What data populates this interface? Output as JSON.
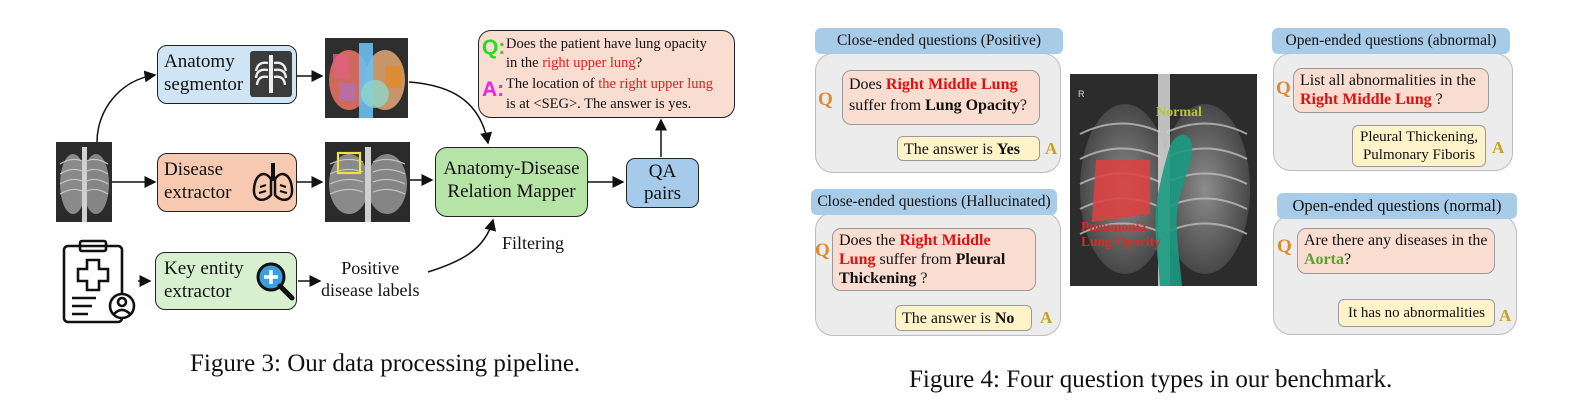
{
  "fig3": {
    "anatomy_segmentor": "Anatomy\nsegmentor",
    "disease_extractor": "Disease\nextractor",
    "key_entity_extractor": "Key entity\nextractor",
    "positive_labels": "Positive\ndisease labels",
    "mapper": "Anatomy-Disease\nRelation Mapper",
    "filtering": "Filtering",
    "qa_pairs": "QA\npairs",
    "q_mark": "Q:",
    "q_text_1": "Does the patient have lung opacity",
    "q_text_2a": "in the ",
    "q_text_2b": "right upper lung",
    "q_text_2c": "?",
    "a_mark": "A:",
    "a_text_1a": "The location of ",
    "a_text_1b": "the right upper lung",
    "a_text_2": "is at <SEG>. The answer is yes.",
    "caption": "Figure 3: Our data processing pipeline.",
    "colors": {
      "q_mark": "#22dd22",
      "a_mark": "#ee22ee",
      "qa_bg": "#f9ddd0",
      "anatomy_bg": "#cfe5f5",
      "disease_bg": "#f6c9b0",
      "key_bg": "#d7f0d0",
      "mapper_bg": "#b6e3a6",
      "qa_pairs_bg": "#a6cbea"
    }
  },
  "fig4": {
    "q_label": "Q",
    "a_label": "A",
    "p1": {
      "header": "Close-ended questions (Positive)",
      "q": [
        "Does ",
        "Right Middle Lung",
        " suffer from ",
        "Lung Opacity",
        "?"
      ],
      "a": [
        "The answer is ",
        "Yes"
      ]
    },
    "p2": {
      "header": "Close-ended questions (Hallucinated)",
      "q": [
        "Does the ",
        "Right Middle Lung",
        " suffer from ",
        "Pleural Thickening",
        " ?"
      ],
      "a": [
        "The answer is ",
        "No"
      ]
    },
    "p3": {
      "header": "Open-ended questions (abnormal)",
      "q": [
        "List all abnormalities in the ",
        "Right Middle Lung",
        " ?"
      ],
      "a": "Pleural Thickening,\nPulmonary Fiboris"
    },
    "p4": {
      "header": "Open-ended questions (normal)",
      "q": [
        "Are there any diseases in the ",
        "Aorta",
        "?"
      ],
      "a": "It has no abnormalities"
    },
    "xray_labels": {
      "r": "R",
      "normal": "Normal",
      "pneumonia": "Pneumonia\nLung Opacity"
    },
    "caption": "Figure 4: Four question types in our benchmark.",
    "colors": {
      "header": "#a8cbe8",
      "panel": "#ececec",
      "question": "#f9ddd0",
      "answer": "#fff3c9",
      "red_text": "#d11",
      "green_text": "#5aa02c"
    }
  }
}
